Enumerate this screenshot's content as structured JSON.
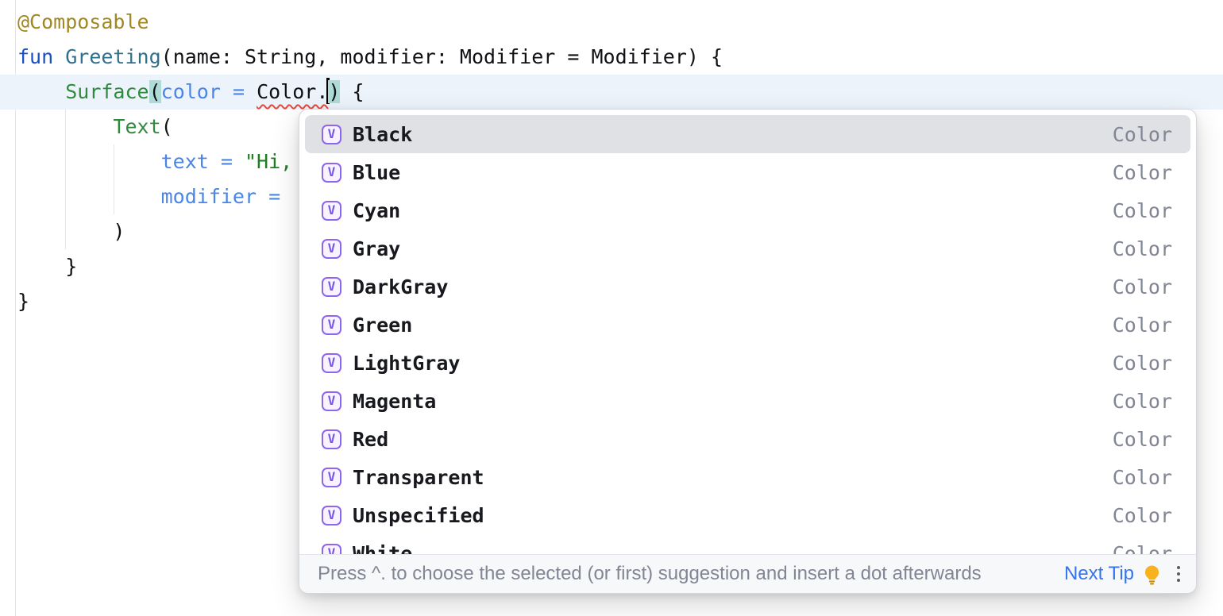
{
  "colors": {
    "annotation": "#A0871F",
    "keyword": "#1A4EC7",
    "function_decl": "#30708C",
    "function_call": "#2E8B3E",
    "named_arg": "#4A86E8",
    "string": "#1F7D23",
    "plain": "#101114",
    "error_squiggle": "#E5493D",
    "caret": "#000000",
    "current_line": "#EDF3FA",
    "paren_match": "#AEDBD7",
    "indent_guide": "#E3E5E9",
    "popup_border": "#D4D6DC",
    "selection_bg": "#DFE1E5",
    "item_text": "#17191E",
    "type_label": "#818594",
    "icon_border": "#8E66EC",
    "icon_bg": "#F7F3FF",
    "icon_letter": "#7C56E2",
    "footer_bg": "#F7F8FA",
    "footer_border": "#E3E5E9",
    "hint_text": "#818594",
    "link": "#3574F0",
    "bulb": "#F9B11C",
    "bulb_base": "#C98E00",
    "kebab": "#5A5D63"
  },
  "editor": {
    "lines": [
      {
        "tokens": [
          [
            "ann",
            "@Composable"
          ]
        ]
      },
      {
        "tokens": [
          [
            "kw",
            "fun"
          ],
          [
            "pl",
            " "
          ],
          [
            "fn",
            "Greeting"
          ],
          [
            "pl",
            "(name: String, modifier: Modifier = Modifier) {"
          ]
        ]
      },
      {
        "current": true,
        "tokens": [
          [
            "pl",
            "    "
          ],
          [
            "call",
            "Surface"
          ],
          [
            "hl",
            "("
          ],
          [
            "arg",
            "color = "
          ],
          [
            "err",
            "Color."
          ],
          [
            "caret",
            ""
          ],
          [
            "hl",
            ")"
          ],
          [
            "pl",
            " {"
          ]
        ]
      },
      {
        "tokens": [
          [
            "pl",
            "        "
          ],
          [
            "call",
            "Text"
          ],
          [
            "pl",
            "("
          ]
        ]
      },
      {
        "tokens": [
          [
            "pl",
            "            "
          ],
          [
            "arg",
            "text = "
          ],
          [
            "str",
            "\"Hi,"
          ]
        ]
      },
      {
        "tokens": [
          [
            "pl",
            "            "
          ],
          [
            "arg",
            "modifier = "
          ]
        ]
      },
      {
        "tokens": [
          [
            "pl",
            "        )"
          ]
        ]
      },
      {
        "tokens": [
          [
            "pl",
            "    }"
          ]
        ]
      },
      {
        "tokens": [
          [
            "pl",
            "}"
          ]
        ]
      }
    ]
  },
  "completion": {
    "items": [
      {
        "label": "Black",
        "type": "Color",
        "icon": "V",
        "selected": true
      },
      {
        "label": "Blue",
        "type": "Color",
        "icon": "V",
        "selected": false
      },
      {
        "label": "Cyan",
        "type": "Color",
        "icon": "V",
        "selected": false
      },
      {
        "label": "Gray",
        "type": "Color",
        "icon": "V",
        "selected": false
      },
      {
        "label": "DarkGray",
        "type": "Color",
        "icon": "V",
        "selected": false
      },
      {
        "label": "Green",
        "type": "Color",
        "icon": "V",
        "selected": false
      },
      {
        "label": "LightGray",
        "type": "Color",
        "icon": "V",
        "selected": false
      },
      {
        "label": "Magenta",
        "type": "Color",
        "icon": "V",
        "selected": false
      },
      {
        "label": "Red",
        "type": "Color",
        "icon": "V",
        "selected": false
      },
      {
        "label": "Transparent",
        "type": "Color",
        "icon": "V",
        "selected": false
      },
      {
        "label": "Unspecified",
        "type": "Color",
        "icon": "V",
        "selected": false
      },
      {
        "label": "White",
        "type": "Color",
        "icon": "V",
        "selected": false
      }
    ],
    "footer": {
      "hint": "Press ^. to choose the selected (or first) suggestion and insert a dot afterwards",
      "next_tip": "Next Tip"
    }
  }
}
